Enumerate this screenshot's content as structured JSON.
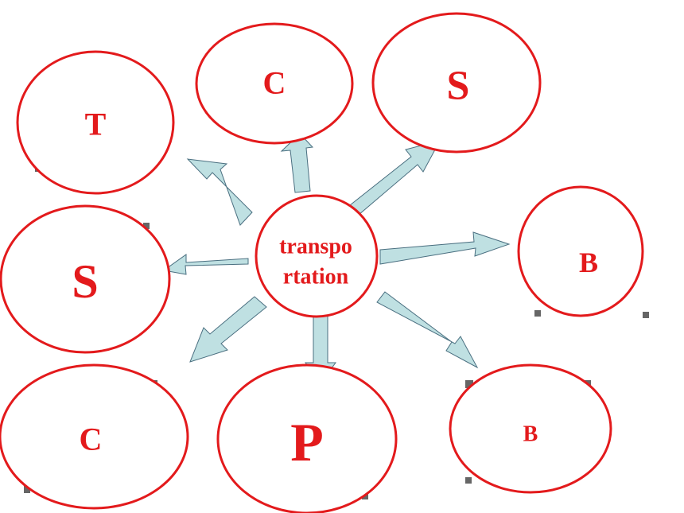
{
  "colors": {
    "node_stroke": "#e31a1c",
    "node_text": "#e31a1c",
    "arrow_fill": "#bfe0e2",
    "arrow_stroke": "#4a6f80"
  },
  "center": {
    "line1": "transpo",
    "line2": "rtation"
  },
  "nodes": {
    "t_top_left": {
      "label": "T"
    },
    "c_top": {
      "label": "C"
    },
    "s_top_right": {
      "label": "S"
    },
    "s_left": {
      "label": "S"
    },
    "b_right": {
      "label": "B"
    },
    "c_bottom_left": {
      "label": "C"
    },
    "p_bottom": {
      "label": "P"
    },
    "b_bottom_right": {
      "label": "B"
    }
  }
}
